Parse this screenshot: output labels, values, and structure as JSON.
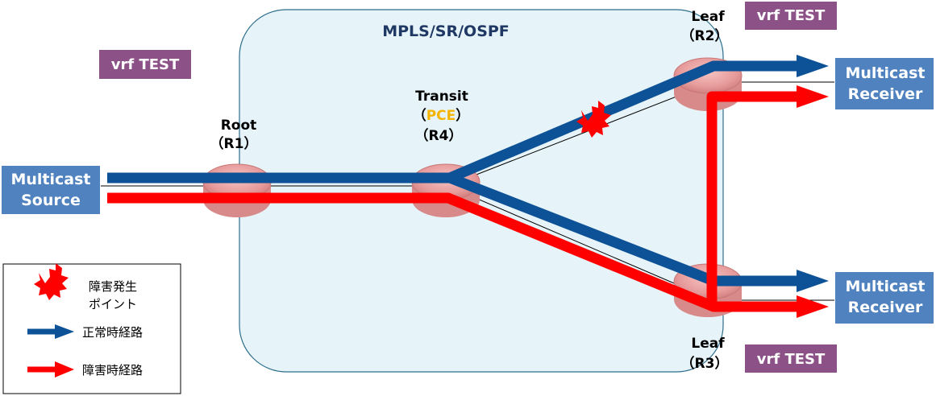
{
  "domain_title": "MPLS/SR/OSPF",
  "vrf_label": "vrf TEST",
  "source": {
    "line1": "Multicast",
    "line2": "Source"
  },
  "receiver": {
    "line1": "Multicast",
    "line2": "Receiver"
  },
  "routers": {
    "root": {
      "name": "Root",
      "id": "（R1）"
    },
    "transit": {
      "name": "Transit",
      "pce_open": "（",
      "pce": "PCE",
      "pce_close": "）",
      "id": "（R4）"
    },
    "leaf_top": {
      "name": "Leaf",
      "id": "（R2）"
    },
    "leaf_bottom": {
      "name": "Leaf",
      "id": "（R3）"
    }
  },
  "legend": {
    "failure_line1": "障害発生",
    "failure_line2": "ポイント",
    "normal_path": "正常時経路",
    "failure_path": "障害時経路"
  },
  "colors": {
    "domain_fill": "#E6F3F8",
    "domain_stroke": "#2E6E8C",
    "vrf_fill": "#8C5287",
    "endpoint_fill": "#4F82BE",
    "normal_path": "#0D5296",
    "failure_path": "#FF0000",
    "pce_text": "#F5B400",
    "title_text": "#1F3864"
  }
}
